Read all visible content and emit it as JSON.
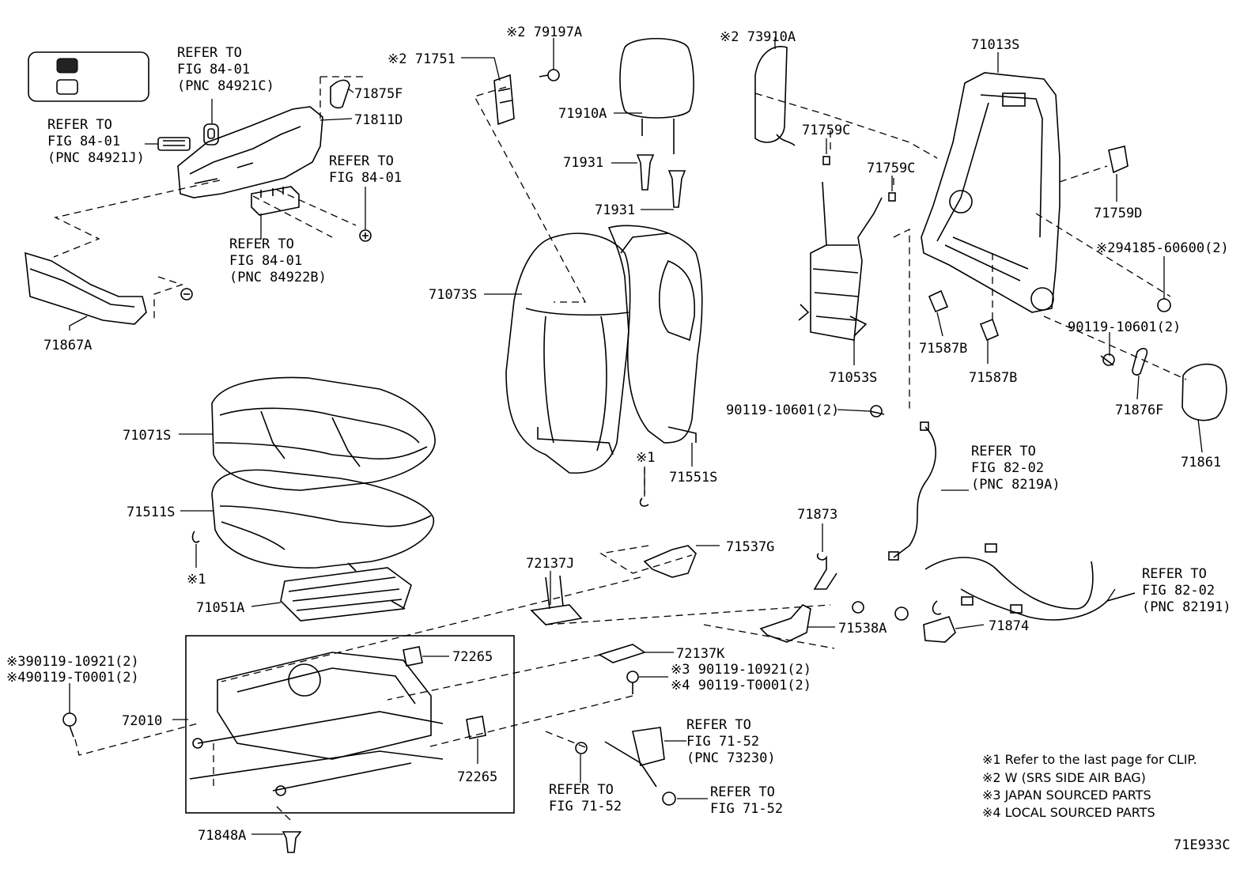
{
  "legend_box": {
    "fill_style": "dark",
    "outline_style": "light"
  },
  "parts": {
    "p79197A": "※2 79197A",
    "p71751": "※2 71751",
    "p73910A": "※2 73910A",
    "p71013S": "71013S",
    "p71875F": "71875F",
    "p71811D": "71811D",
    "p71910A": "71910A",
    "p71931a": "71931",
    "p71931b": "71931",
    "p71759Ca": "71759C",
    "p71759Cb": "71759C",
    "p71759D": "71759D",
    "p294185": "※294185-60600(2)",
    "p71867A": "71867A",
    "p71073S": "71073S",
    "p71587Ba": "71587B",
    "p71587Bb": "71587B",
    "p71053S": "71053S",
    "p90119_10601a": "90119-10601(2)",
    "p90119_10601b": "90119-10601(2)",
    "p71876F": "71876F",
    "p71861": "71861",
    "p71071S": "71071S",
    "p71551S": "71551S",
    "p71511S": "71511S",
    "p71873": "71873",
    "p71537G": "71537G",
    "p72137J": "72137J",
    "p71051A": "71051A",
    "p71538A": "71538A",
    "p71874": "71874",
    "p72265a": "72265",
    "p72137K": "72137K",
    "p72265b": "72265",
    "p72010": "72010",
    "p71848A": "71848A",
    "p90119_10921_3": "※3 90119-10921(2)",
    "p90119_T0001_4": "※4 90119-T0001(2)",
    "p390119": "※390119-10921(2)",
    "p490119": "※490119-T0001(2)",
    "clip1": "※1",
    "clip2": "※1",
    "fig_code": "71E933C"
  },
  "refs": {
    "r84921C": [
      "REFER TO",
      "FIG 84-01",
      "(PNC 84921C)"
    ],
    "r84921J": [
      "REFER TO",
      "FIG 84-01",
      "(PNC 84921J)"
    ],
    "r8401": [
      "REFER TO",
      "FIG 84-01"
    ],
    "r84922B": [
      "REFER TO",
      "FIG 84-01",
      "(PNC 84922B)"
    ],
    "r8219A": [
      "REFER TO",
      "FIG 82-02",
      "(PNC 8219A)"
    ],
    "r82191": [
      "REFER TO",
      "FIG 82-02",
      "(PNC 82191)"
    ],
    "r73230": [
      "REFER TO",
      "FIG 71-52",
      "(PNC 73230)"
    ],
    "r7152a": [
      "REFER TO",
      "FIG 71-52"
    ],
    "r7152b": [
      "REFER TO",
      "FIG 71-52"
    ]
  },
  "notes": [
    "※1  Refer to the last page for CLIP.",
    "※2  W (SRS SIDE AIR BAG)",
    "※3  JAPAN SOURCED PARTS",
    "※4  LOCAL SOURCED PARTS"
  ]
}
